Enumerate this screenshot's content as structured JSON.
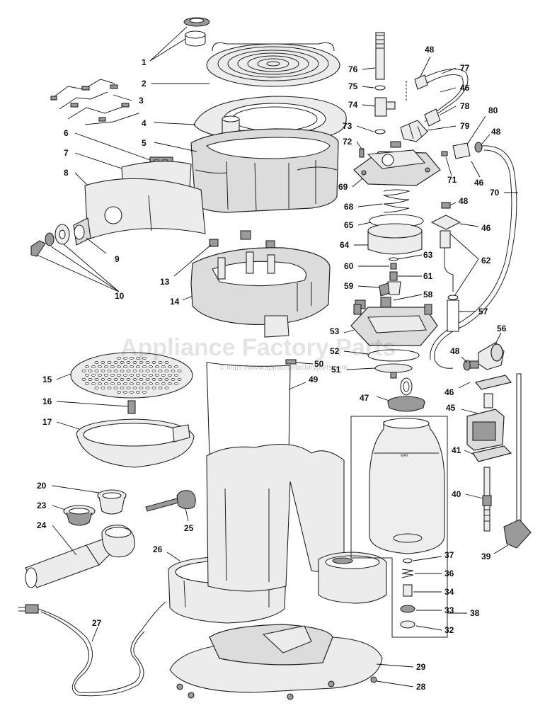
{
  "watermark": {
    "title": "Appliance Factory Parts",
    "url": "© https://www.appliancefactoryparts.com"
  },
  "jar_label": "MAX",
  "part_numbers": [
    "1",
    "2",
    "3",
    "4",
    "5",
    "6",
    "7",
    "8",
    "9",
    "10",
    "13",
    "14",
    "15",
    "16",
    "17",
    "20",
    "23",
    "24",
    "25",
    "26",
    "27",
    "28",
    "29",
    "32",
    "33",
    "34",
    "36",
    "37",
    "38",
    "39",
    "40",
    "41",
    "45",
    "46",
    "47",
    "48",
    "49",
    "50",
    "51",
    "52",
    "53",
    "56",
    "57",
    "58",
    "59",
    "60",
    "61",
    "62",
    "63",
    "64",
    "65",
    "68",
    "69",
    "70",
    "71",
    "72",
    "73",
    "74",
    "75",
    "76",
    "77",
    "78",
    "79",
    "80"
  ],
  "labels": {
    "l1": "1",
    "l2": "2",
    "l3": "3",
    "l4": "4",
    "l5": "5",
    "l6": "6",
    "l7": "7",
    "l8": "8",
    "l9": "9",
    "l10": "10",
    "l13": "13",
    "l14": "14",
    "l15": "15",
    "l16": "16",
    "l17": "17",
    "l20": "20",
    "l23": "23",
    "l24": "24",
    "l25": "25",
    "l26": "26",
    "l27": "27",
    "l28": "28",
    "l29": "29",
    "l32": "32",
    "l33": "33",
    "l34": "34",
    "l36": "36",
    "l37": "37",
    "l38": "38",
    "l39": "39",
    "l40": "40",
    "l41": "41",
    "l45": "45",
    "l46a": "46",
    "l46b": "46",
    "l46c": "46",
    "l46d": "46",
    "l47": "47",
    "l48a": "48",
    "l48b": "48",
    "l48c": "48",
    "l48d": "48",
    "l49": "49",
    "l50": "50",
    "l51": "51",
    "l52": "52",
    "l53": "53",
    "l56": "56",
    "l57": "57",
    "l58": "58",
    "l59": "59",
    "l60": "60",
    "l61": "61",
    "l62": "62",
    "l63": "63",
    "l64": "64",
    "l65": "65",
    "l68": "68",
    "l69": "69",
    "l70": "70",
    "l71": "71",
    "l72": "72",
    "l73": "73",
    "l74": "74",
    "l75": "75",
    "l76": "76",
    "l77": "77",
    "l78": "78",
    "l79": "79",
    "l80": "80"
  }
}
